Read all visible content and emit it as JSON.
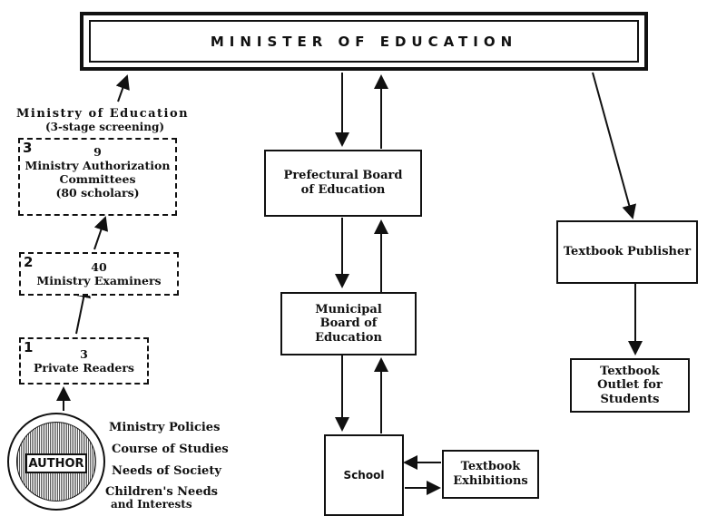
{
  "minister": "MINISTER   OF   EDUCATION",
  "ministry_label": "Ministry of Education",
  "screening_label": "(3-stage screening)",
  "stage3": {
    "number": "3",
    "count": "9",
    "line1": "Ministry Authorization",
    "line2": "Committees",
    "line3": "(80 scholars)"
  },
  "stage2": {
    "number": "2",
    "count": "40",
    "line1": "Ministry Examiners"
  },
  "stage1": {
    "number": "1",
    "count": "3",
    "line1": "Private Readers"
  },
  "author": "AUTHOR",
  "influences": [
    "Ministry Policies",
    "Course of Studies",
    "Needs of Society",
    "Children's Needs",
    "and Interests"
  ],
  "prefectural": "Prefectural Board of Education",
  "municipal": "Municipal Board of Education",
  "school": "School",
  "exhibitions": "Textbook Exhibitions",
  "publisher": "Textbook Publisher",
  "outlet": "Textbook Outlet for Students"
}
